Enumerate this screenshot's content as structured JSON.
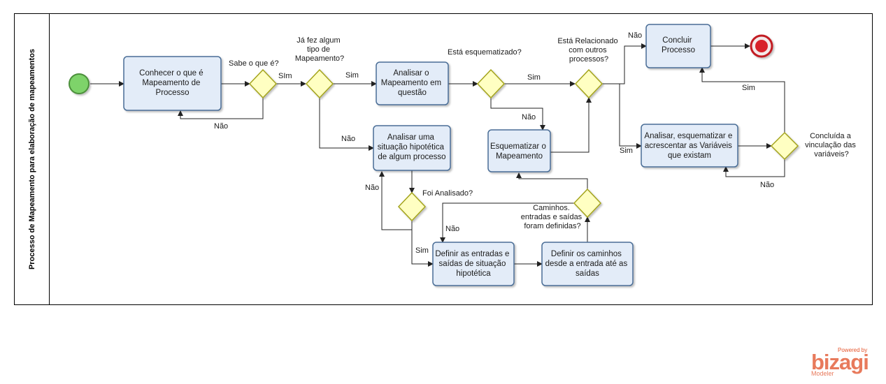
{
  "pool": {
    "title": "Processo de Mapeamento para elaboração de mapeamentos"
  },
  "tasks": [
    {
      "id": "t1",
      "lines": [
        "Conhecer o que é",
        "Mapeamento de",
        "Processo"
      ]
    },
    {
      "id": "t2",
      "lines": [
        "Analisar o",
        "Mapeamento em",
        "questão"
      ]
    },
    {
      "id": "t3",
      "lines": [
        "Analisar uma",
        "situação hipotética",
        "de algum processo"
      ]
    },
    {
      "id": "t4",
      "lines": [
        "Esquematizar o",
        "Mapeamento"
      ]
    },
    {
      "id": "t5",
      "lines": [
        "Concluir",
        "Processo"
      ]
    },
    {
      "id": "t6",
      "lines": [
        "Analisar, esquematizar e",
        "acrescentar as Variáveis",
        "que existam"
      ]
    },
    {
      "id": "t7",
      "lines": [
        "Definir as entradas e",
        "saídas de situação",
        "hipotética"
      ]
    },
    {
      "id": "t8",
      "lines": [
        "Definir os caminhos",
        "desde a entrada até as",
        "saídas"
      ]
    }
  ],
  "gateways": [
    {
      "id": "g1",
      "lines": [
        "Sabe o que é?"
      ]
    },
    {
      "id": "g2",
      "lines": [
        "Já fez algum",
        "tipo de",
        "Mapeamento?"
      ]
    },
    {
      "id": "g3",
      "lines": [
        "Está esquematizado?"
      ]
    },
    {
      "id": "g4",
      "lines": [
        "Está Relacionado",
        "com outros",
        "processos?"
      ]
    },
    {
      "id": "g5",
      "lines": [
        "Foi Analisado?"
      ]
    },
    {
      "id": "g6",
      "lines": [
        "Caminhos.",
        "entradas e saídas",
        "foram   definidas?"
      ]
    },
    {
      "id": "g7",
      "lines": [
        "Concluída a",
        "vinculação das",
        "variáveis?"
      ]
    }
  ],
  "edge_labels": {
    "e_g1_no": "Não",
    "e_g1_yes": "SIm",
    "e_g2_yes": "Sim",
    "e_g2_no": "Não",
    "e_g3_yes": "Sim",
    "e_g3_no": "Não",
    "e_g4_no": "Não",
    "e_g4_yes": "Sim",
    "e_g5_no": "Não",
    "e_g5_yes": "Sim",
    "e_g6_no": "Não",
    "e_g7_yes": "Sim",
    "e_g7_no": "Não"
  },
  "events": {
    "start": "start-event",
    "end": "end-event"
  },
  "branding": {
    "powered": "Powered by",
    "name": "bizagi",
    "product": "Modeler"
  },
  "colors": {
    "task_fill": "#e3ecf8",
    "task_stroke": "#4a6d96",
    "gateway_fill": "#ffffc2",
    "start": "#7ed36a",
    "end": "#d8232a",
    "brand": "#e87a5c"
  }
}
